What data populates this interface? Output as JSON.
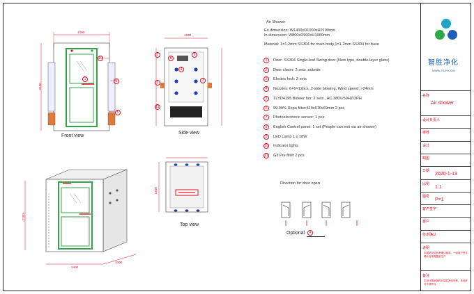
{
  "sheet_title": "Air Shower",
  "dimensions": {
    "ex": "Ex dimension: W1400xD1000xH2100mm",
    "in": "In dimension: W800xD900xH1960mm",
    "material": "Material: 1=1.2mm SS304 for main body,1=1.2mm SS304 for base"
  },
  "components": [
    {
      "no": "1",
      "text": "Door: SS304 Single-leaf Swing door (New type, double-layer glass)"
    },
    {
      "no": "2",
      "text": "Door closer: 2 sets ,outside"
    },
    {
      "no": "3",
      "text": "Electric lock: 2 sets"
    },
    {
      "no": "4",
      "text": "Nozzles: 6+6=12pcs ,2-side blowing, Wind speed: >24m/s"
    },
    {
      "no": "5",
      "text": "TLYD4195 Blower fan: 2 sets , AC.380V/50HZ/3PH"
    },
    {
      "no": "6",
      "text": "99.99% Hepa filter:610x610x69mm 2 pcs"
    },
    {
      "no": "7",
      "text": "Photoelectronic sensor: 1 pcs"
    },
    {
      "no": "8",
      "text": "English Control panel: 1 set (People can exit via air shower)"
    },
    {
      "no": "9",
      "text": "LED Lamp 1 x 18W"
    },
    {
      "no": "10",
      "text": "Indicator lights"
    },
    {
      "no": "11",
      "text": "G3 Pre filter 2 pcs"
    }
  ],
  "views": {
    "front": "Front view",
    "side": "Side view",
    "top": "Top view",
    "door_open": "Direction for door open",
    "optional": "Optional"
  },
  "dims": {
    "w1400": "1400",
    "h2100": "2100",
    "w1000": "1000",
    "d1000": "1000",
    "top_w": "1400"
  },
  "callouts": {
    "front_10": "10",
    "front_1": "1",
    "front_6": "6",
    "front_5": "5",
    "side_2": "2",
    "side_8": "8",
    "side_9": "9",
    "side_4": "4",
    "side_3": "3",
    "side_7": "7",
    "side_11": "11",
    "opt_num": "4"
  },
  "title_block": {
    "company": "智胜净化",
    "website": "WWW.ZSJH.COM",
    "name_key": "名称",
    "name_val": "Air shower",
    "rows": [
      {
        "key": "设计负责人",
        "val": ""
      },
      {
        "key": "审核",
        "val": ""
      },
      {
        "key": "设计",
        "val": ""
      },
      {
        "key": "制图",
        "val": ""
      },
      {
        "key": "日期",
        "val": "2020-1-13"
      },
      {
        "key": "比例",
        "val": "1:1"
      },
      {
        "key": "图号",
        "val": "P=1"
      },
      {
        "key": "客户签字",
        "val": ""
      },
      {
        "key": "客户",
        "val": ""
      },
      {
        "key": "技术确认",
        "val": ""
      }
    ],
    "note_key": "说明",
    "note_text": "本图纸仅供参考确认使用，一经客户签字确认后按照图纸生产",
    "note2_key": "备注",
    "note2_text": "本设计图纸版权归智胜净化所有，未经许可不得外传"
  },
  "colors": {
    "door_frame": "#33a34a",
    "accent_red": "#d11a1a",
    "nozzle_blue": "#1f3fb0",
    "logo_blue": "#1f5fb8",
    "logo_green": "#2aa84a",
    "logo_cyan": "#1fa4c8",
    "panel_orange": "#e07a3a"
  }
}
